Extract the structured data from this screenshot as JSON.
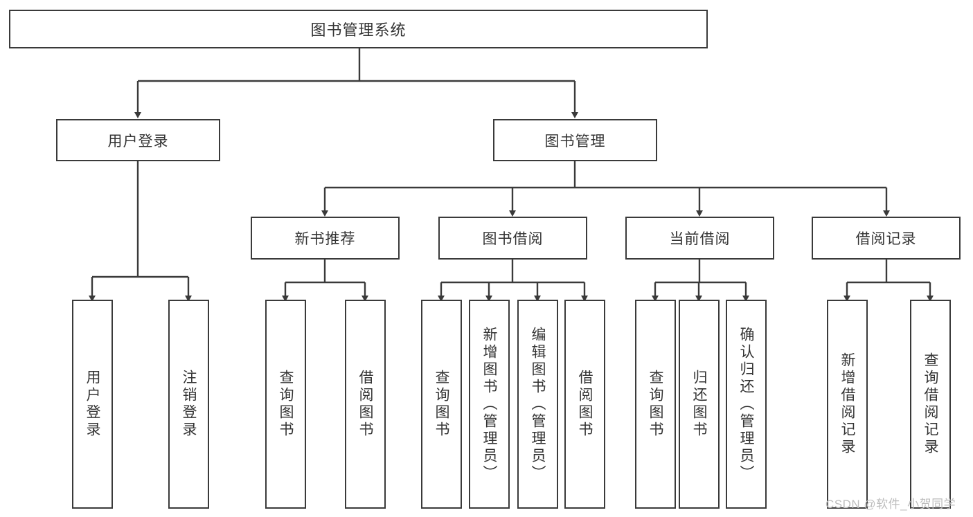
{
  "diagram": {
    "title": "图书管理系统",
    "type": "tree-hierarchy",
    "root": {
      "id": "root",
      "label": "图书管理系统"
    },
    "level1": [
      {
        "id": "user-login",
        "label": "用户登录"
      },
      {
        "id": "book-manage",
        "label": "图书管理"
      }
    ],
    "level2": [
      {
        "id": "new-book-rec",
        "label": "新书推荐",
        "parent": "book-manage"
      },
      {
        "id": "book-borrow",
        "label": "图书借阅",
        "parent": "book-manage"
      },
      {
        "id": "current-borrow",
        "label": "当前借阅",
        "parent": "book-manage"
      },
      {
        "id": "borrow-record",
        "label": "借阅记录",
        "parent": "book-manage"
      }
    ],
    "leaves": {
      "user-login": [
        {
          "id": "leaf-user-login",
          "label": "用户登录"
        },
        {
          "id": "leaf-logout",
          "label": "注销登录"
        }
      ],
      "new-book-rec": [
        {
          "id": "leaf-query-book-1",
          "label": "查询图书"
        },
        {
          "id": "leaf-borrow-book-1",
          "label": "借阅图书"
        }
      ],
      "book-borrow": [
        {
          "id": "leaf-query-book-2",
          "label": "查询图书"
        },
        {
          "id": "leaf-add-book",
          "label": "新增图书（管理员）"
        },
        {
          "id": "leaf-edit-book",
          "label": "编辑图书（管理员）"
        },
        {
          "id": "leaf-borrow-book-2",
          "label": "借阅图书"
        }
      ],
      "current-borrow": [
        {
          "id": "leaf-query-book-3",
          "label": "查询图书"
        },
        {
          "id": "leaf-return-book",
          "label": "归还图书"
        },
        {
          "id": "leaf-confirm-return",
          "label": "确认归还（管理员）"
        }
      ],
      "borrow-record": [
        {
          "id": "leaf-add-record",
          "label": "新增借阅记录"
        },
        {
          "id": "leaf-query-record",
          "label": "查询借阅记录"
        }
      ]
    }
  },
  "watermark": {
    "text": "CSDN @软件_小贺同学"
  },
  "colors": {
    "stroke": "#3a3a3a",
    "text": "#333333",
    "background": "#ffffff",
    "watermark": "#bdbdbd"
  }
}
